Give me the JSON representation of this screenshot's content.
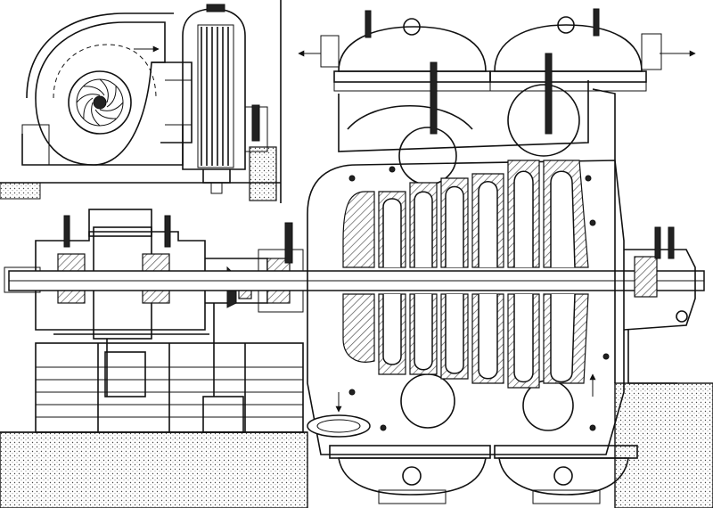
{
  "diagram": {
    "components": [
      {
        "id": "centrifugal-blower",
        "icon": "blower-impeller-icon"
      },
      {
        "id": "air-cooler",
        "icon": "heat-exchanger-icon"
      },
      {
        "id": "bearing-housing-left",
        "icon": "bearing-icon"
      },
      {
        "id": "gear-coupling",
        "icon": "coupling-icon"
      },
      {
        "id": "compressor-casing",
        "icon": "multistage-casing-icon"
      },
      {
        "id": "rotor-shaft",
        "icon": "shaft-icon"
      },
      {
        "id": "oil-tank",
        "icon": "tank-icon"
      },
      {
        "id": "intercooler-left",
        "icon": "cooler-dome-icon"
      },
      {
        "id": "intercooler-right",
        "icon": "cooler-dome-icon"
      },
      {
        "id": "bearing-housing-right",
        "icon": "bearing-icon"
      },
      {
        "id": "foundation",
        "icon": "ground-hatch-icon"
      }
    ],
    "flow_arrows": [
      "right",
      "left",
      "right",
      "down",
      "up"
    ],
    "colors": {
      "ink": "#111111",
      "paper": "#ffffff",
      "hatch": "#555555"
    }
  }
}
